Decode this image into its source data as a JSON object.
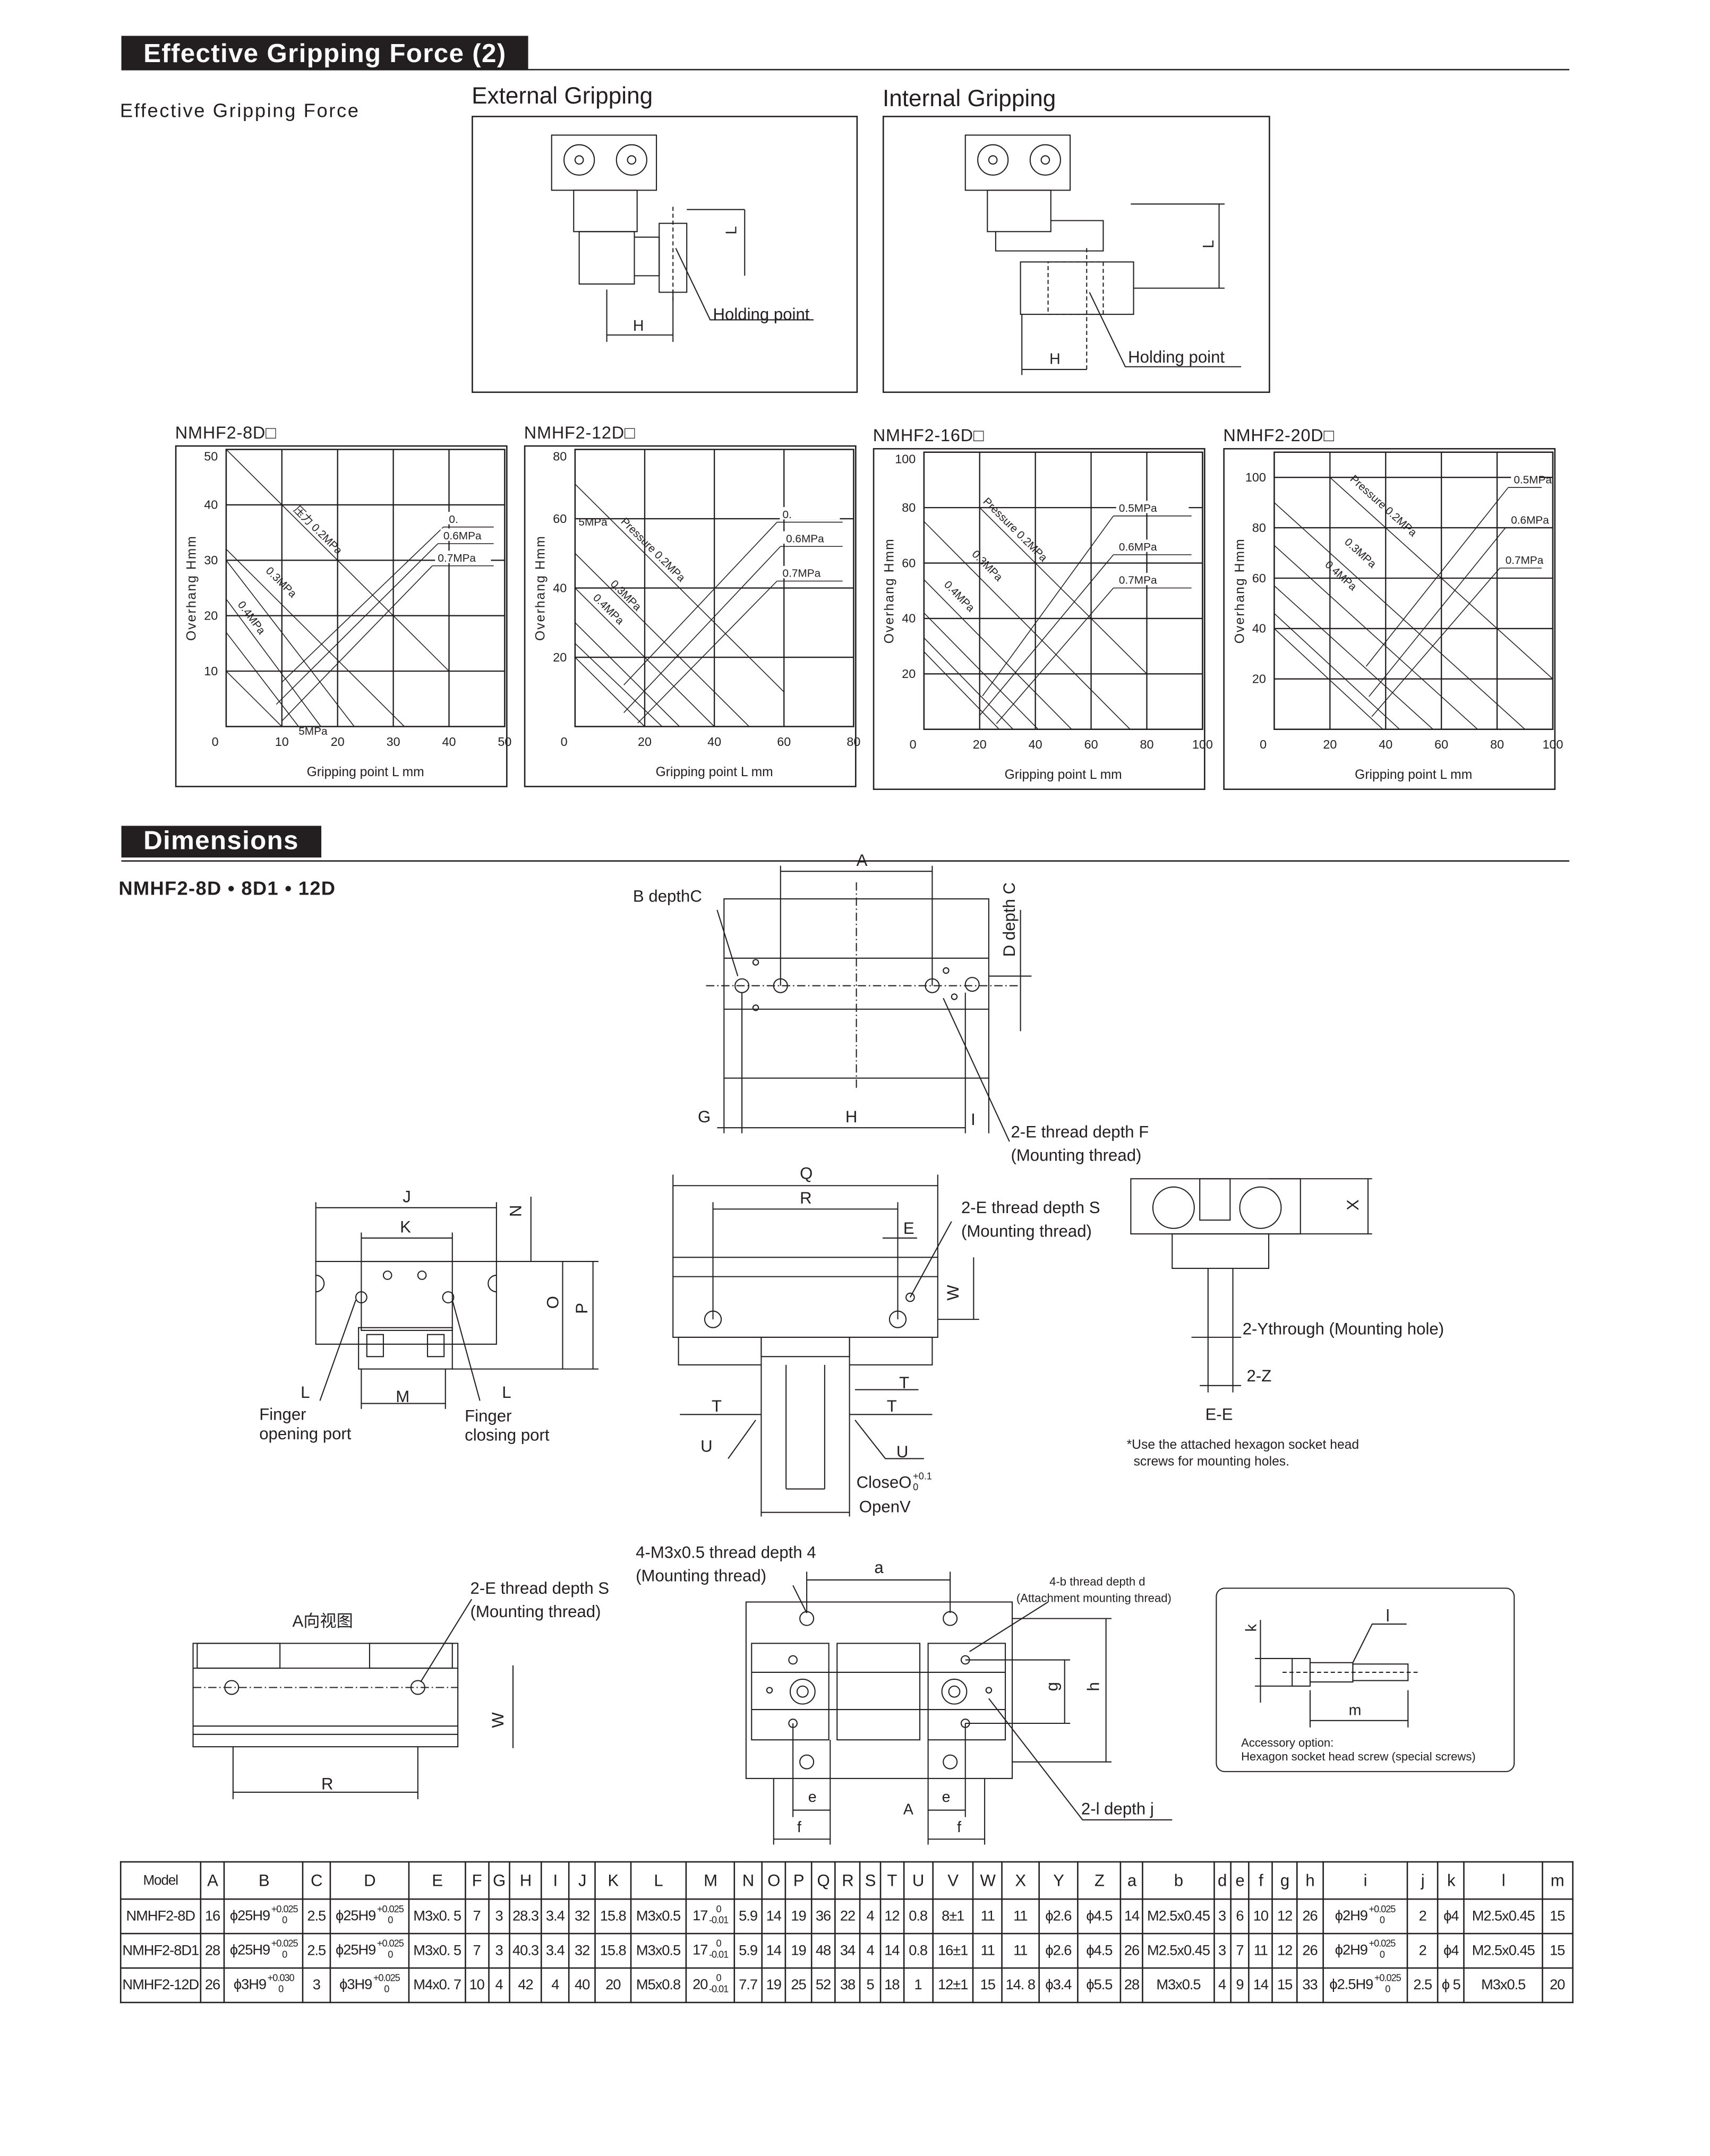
{
  "section1": {
    "title": "Effective Gripping Force  (2)",
    "subtitle": "Effective Gripping Force"
  },
  "external": {
    "title": "External Gripping",
    "holding_point": "Holding point",
    "h": "H",
    "l": "L"
  },
  "internal": {
    "title": "Internal Gripping",
    "holding_point": "Holding point",
    "h": "H",
    "l": "L"
  },
  "chart_data": [
    {
      "type": "line",
      "title": "NMHF2-8D□",
      "xlabel": "Gripping point L mm",
      "ylabel": "Overhang Hmm",
      "xlim": [
        0,
        50
      ],
      "ylim": [
        0,
        50
      ],
      "xticks": [
        0,
        10,
        20,
        30,
        40,
        50
      ],
      "yticks": [
        10,
        20,
        30,
        40,
        50
      ],
      "grid": true,
      "series": [
        {
          "name": "0.2MPa",
          "label": "压力 0.2MPa",
          "points": [
            [
              0,
              50
            ],
            [
              40,
              10
            ]
          ],
          "label_at": [
            12,
            39
          ]
        },
        {
          "name": "0.3MPa",
          "label": "0.3MPa",
          "points": [
            [
              0,
              32
            ],
            [
              32,
              0
            ]
          ],
          "label_at": [
            7,
            28
          ]
        },
        {
          "name": "0.3MPa-b",
          "points": [
            [
              0,
              30
            ],
            [
              23,
              0
            ]
          ]
        },
        {
          "name": "0.4MPa",
          "label": "0.4MPa",
          "points": [
            [
              0,
              23
            ],
            [
              17,
              0
            ]
          ],
          "label_at": [
            2,
            22
          ]
        },
        {
          "name": "0.4MPa-b",
          "points": [
            [
              0,
              17
            ],
            [
              13,
              0
            ]
          ]
        },
        {
          "name": "0.4MPa-c",
          "points": [
            [
              0,
              10
            ],
            [
              10,
              0
            ]
          ]
        },
        {
          "name": "0.5MPa",
          "label": "0.",
          "points": [
            [
              10,
              8
            ],
            [
              39,
              36
            ]
          ],
          "leader": true
        },
        {
          "name": "0.6MPa",
          "label": "0.6MPa",
          "points": [
            [
              9,
              4
            ],
            [
              38,
              33
            ]
          ],
          "leader": true
        },
        {
          "name": "0.7MPa",
          "label": "0.7MPa",
          "points": [
            [
              10,
              1
            ],
            [
              37,
              29
            ]
          ],
          "leader": true
        }
      ],
      "annotations": [
        {
          "text": "5MPa",
          "at": [
            13,
            -1.5
          ]
        }
      ]
    },
    {
      "type": "line",
      "title": "NMHF2-12D□",
      "xlabel": "Gripping point L mm",
      "ylabel": "Overhang Hmm",
      "xlim": [
        0,
        80
      ],
      "ylim": [
        0,
        80
      ],
      "xticks": [
        0,
        20,
        40,
        60,
        80
      ],
      "yticks": [
        20,
        40,
        60,
        80
      ],
      "grid": true,
      "series": [
        {
          "name": "0.2MPa",
          "label": "Pressure 0.2MPa",
          "points": [
            [
              0,
              70
            ],
            [
              60,
              10
            ]
          ],
          "label_at": [
            13,
            59
          ]
        },
        {
          "name": "0.3MPa",
          "label": "0.3MPa",
          "points": [
            [
              0,
              50
            ],
            [
              50,
              0
            ]
          ],
          "label_at": [
            10,
            41
          ]
        },
        {
          "name": "0.3MPa-b",
          "points": [
            [
              0,
              40
            ],
            [
              40,
              0
            ]
          ]
        },
        {
          "name": "0.4MPa",
          "label": "0.4MPa",
          "points": [
            [
              0,
              30
            ],
            [
              30,
              0
            ]
          ],
          "label_at": [
            5,
            37
          ]
        },
        {
          "name": "0.4MPa-b",
          "points": [
            [
              0,
              24
            ],
            [
              25,
              0
            ]
          ]
        },
        {
          "name": "0.4MPa-c",
          "points": [
            [
              0,
              20
            ],
            [
              20,
              0
            ]
          ]
        },
        {
          "name": "0.5MPa",
          "label": "0.",
          "points": [
            [
              14,
              12
            ],
            [
              58,
              59
            ]
          ],
          "leader": true
        },
        {
          "name": "0.6MPa",
          "label": "0.6MPa",
          "points": [
            [
              14,
              4
            ],
            [
              59,
              52
            ]
          ],
          "leader": true
        },
        {
          "name": "0.7MPa",
          "label": "0.7MPa",
          "points": [
            [
              18,
              1
            ],
            [
              58,
              42
            ]
          ],
          "leader": true
        }
      ],
      "annotations": [
        {
          "text": "5MPa",
          "at": [
            1,
            58
          ]
        }
      ]
    },
    {
      "type": "line",
      "title": "NMHF2-16D□",
      "xlabel": "Gripping point L mm",
      "ylabel": "Overhang Hmm",
      "xlim": [
        0,
        100
      ],
      "ylim": [
        0,
        100
      ],
      "xticks": [
        0,
        20,
        40,
        60,
        80,
        100
      ],
      "yticks": [
        20,
        40,
        60,
        80,
        100
      ],
      "grid": true,
      "series": [
        {
          "name": "0.2MPa",
          "label": "Pressure 0.2MPa",
          "points": [
            [
              20,
              80
            ],
            [
              80,
              20
            ]
          ],
          "label_at": [
            21,
            82
          ]
        },
        {
          "name": "0.3MPa",
          "label": "0.3MPa",
          "points": [
            [
              0,
              75
            ],
            [
              74,
              0
            ]
          ],
          "label_at": [
            17,
            63
          ]
        },
        {
          "name": "0.3MPa-b",
          "points": [
            [
              0,
              54
            ],
            [
              53,
              0
            ]
          ]
        },
        {
          "name": "0.4MPa",
          "label": "0.4MPa",
          "points": [
            [
              0,
              42
            ],
            [
              41,
              0
            ]
          ],
          "label_at": [
            7,
            52
          ]
        },
        {
          "name": "0.4MPa-b",
          "points": [
            [
              0,
              33
            ],
            [
              32,
              0
            ]
          ]
        },
        {
          "name": "0.4MPa-c",
          "points": [
            [
              0,
              28
            ],
            [
              27,
              0
            ]
          ]
        },
        {
          "name": "0.5MPa",
          "label": "0.5MPa",
          "points": [
            [
              21,
              12
            ],
            [
              68,
              77
            ]
          ],
          "leader": true
        },
        {
          "name": "0.6MPa",
          "label": "0.6MPa",
          "points": [
            [
              20,
              5
            ],
            [
              68,
              63
            ]
          ],
          "leader": true
        },
        {
          "name": "0.7MPa",
          "label": "0.7MPa",
          "points": [
            [
              26,
              2
            ],
            [
              68,
              51
            ]
          ],
          "leader": true
        }
      ]
    },
    {
      "type": "line",
      "title": "NMHF2-20D□",
      "xlabel": "Gripping point L mm",
      "ylabel": "Overhang Hmm",
      "xlim": [
        0,
        100
      ],
      "ylim": [
        0,
        110
      ],
      "xticks": [
        0,
        20,
        40,
        60,
        80,
        100
      ],
      "yticks": [
        20,
        40,
        60,
        80,
        100
      ],
      "grid": true,
      "series": [
        {
          "name": "0.2MPa",
          "label": "Pressure 0.2MPa",
          "points": [
            [
              20,
              100
            ],
            [
              100,
              20
            ]
          ],
          "label_at": [
            27,
            99
          ]
        },
        {
          "name": "0.3MPa",
          "label": "0.3MPa",
          "points": [
            [
              0,
              90
            ],
            [
              90,
              0
            ]
          ],
          "label_at": [
            25,
            74
          ]
        },
        {
          "name": "0.3MPa-b",
          "points": [
            [
              0,
              73
            ],
            [
              73,
              0
            ]
          ]
        },
        {
          "name": "0.4MPa",
          "label": "0.4MPa",
          "points": [
            [
              0,
              57
            ],
            [
              57,
              0
            ]
          ],
          "label_at": [
            18,
            65
          ]
        },
        {
          "name": "0.4MPa-b",
          "points": [
            [
              0,
              46
            ],
            [
              45,
              0
            ]
          ]
        },
        {
          "name": "0.4MPa-c",
          "points": [
            [
              0,
              40
            ],
            [
              39,
              0
            ]
          ]
        },
        {
          "name": "0.5MPa",
          "label": "0.5MPa",
          "points": [
            [
              33,
              25
            ],
            [
              84,
              96
            ]
          ],
          "leader": true
        },
        {
          "name": "0.6MPa",
          "label": "0.6MPa",
          "points": [
            [
              34,
              13
            ],
            [
              83,
              80
            ]
          ],
          "leader": true
        },
        {
          "name": "0.7MPa",
          "label": "0.7MPa",
          "points": [
            [
              35,
              5
            ],
            [
              81,
              64
            ]
          ],
          "leader": true
        }
      ]
    }
  ],
  "section2": {
    "title": "Dimensions",
    "models": "NMHF2-8D • 8D1 • 12D"
  },
  "dims": {
    "top": {
      "A": "A",
      "b_depth": "B depthC",
      "d_depth": "D depth C",
      "G": "G",
      "H": "H",
      "I": "I",
      "e_thread": "2-E thread depth F",
      "mounting": "(Mounting thread)"
    },
    "side": {
      "J": "J",
      "K": "K",
      "N": "N",
      "O": "O",
      "P": "P",
      "L1": "L",
      "L2": "L",
      "M": "M",
      "open_port_1": "Finger",
      "open_port_2": "opening port",
      "close_port_1": "Finger",
      "close_port_2": "closing port"
    },
    "front": {
      "Q": "Q",
      "R": "R",
      "E": "E",
      "e_thread": "2-E thread depth S",
      "mounting": "(Mounting thread)",
      "W": "W",
      "T1": "T",
      "T2": "T",
      "T3": "T",
      "U1": "U",
      "U2": "U",
      "close": "CloseO",
      "close_up": "+0.1",
      "close_low": "0",
      "open": "OpenV"
    },
    "section": {
      "X": "X",
      "y_hole": "2-Ythrough (Mounting hole)",
      "Z": "2-Z",
      "ee": "E-E",
      "note1": "*Use the attached hexagon socket head",
      "note2": "screws for mounting holes."
    },
    "aview": {
      "title": "A向视图",
      "e_thread": "2-E thread depth S",
      "mounting": "(Mounting thread)",
      "W": "W",
      "R": "R"
    },
    "bottom": {
      "m3": "4-M3x0.5 thread depth 4",
      "mounting": "(Mounting thread)",
      "a": "a",
      "b_thread": "4-b thread depth d",
      "attach": "(Attachment mounting thread)",
      "g": "g",
      "h": "h",
      "l_depth": "2-l depth j",
      "e1": "e",
      "f1": "f",
      "e2": "e",
      "f2": "f",
      "A": "A"
    },
    "accessory": {
      "k": "k",
      "l": "l",
      "m": "m",
      "line1": "Accessory option:",
      "line2": "Hexagon socket head screw (special screws)"
    }
  },
  "table": {
    "columns": [
      "Model",
      "A",
      "B",
      "C",
      "D",
      "E",
      "F",
      "G",
      "H",
      "I",
      "J",
      "K",
      "L",
      "M",
      "N",
      "O",
      "P",
      "Q",
      "R",
      "S",
      "T",
      "U",
      "V",
      "W",
      "X",
      "Y",
      "Z",
      "a",
      "b",
      "d",
      "e",
      "f",
      "g",
      "h",
      "i",
      "j",
      "k",
      "l",
      "m"
    ],
    "rows": [
      [
        "NMHF2-8D",
        "16",
        {
          "v": "ϕ25H9",
          "up": "+0.025",
          "low": "0"
        },
        "2.5",
        {
          "v": "ϕ25H9",
          "up": "+0.025",
          "low": "0"
        },
        "M3x0. 5",
        "7",
        "3",
        "28.3",
        "3.4",
        "32",
        "15.8",
        "M3x0.5",
        {
          "v": "17",
          "up": "0",
          "low": "-0.01"
        },
        "5.9",
        "14",
        "19",
        "36",
        "22",
        "4",
        "12",
        "0.8",
        "8±1",
        "11",
        "11",
        "ϕ2.6",
        "ϕ4.5",
        "14",
        "M2.5x0.45",
        "3",
        "6",
        "10",
        "12",
        "26",
        {
          "v": "ϕ2H9",
          "up": "+0.025",
          "low": "0"
        },
        "2",
        "ϕ4",
        "M2.5x0.45",
        "15"
      ],
      [
        "NMHF2-8D1",
        "28",
        {
          "v": "ϕ25H9",
          "up": "+0.025",
          "low": "0"
        },
        "2.5",
        {
          "v": "ϕ25H9",
          "up": "+0.025",
          "low": "0"
        },
        "M3x0. 5",
        "7",
        "3",
        "40.3",
        "3.4",
        "32",
        "15.8",
        "M3x0.5",
        {
          "v": "17",
          "up": "0",
          "low": "-0.01"
        },
        "5.9",
        "14",
        "19",
        "48",
        "34",
        "4",
        "14",
        "0.8",
        "16±1",
        "11",
        "11",
        "ϕ2.6",
        "ϕ4.5",
        "26",
        "M2.5x0.45",
        "3",
        "7",
        "11",
        "12",
        "26",
        {
          "v": "ϕ2H9",
          "up": "+0.025",
          "low": "0"
        },
        "2",
        "ϕ4",
        "M2.5x0.45",
        "15"
      ],
      [
        "NMHF2-12D",
        "26",
        {
          "v": "ϕ3H9",
          "up": "+0.030",
          "low": "0"
        },
        "3",
        {
          "v": "ϕ3H9",
          "up": "+0.025",
          "low": "0"
        },
        "M4x0. 7",
        "10",
        "4",
        "42",
        "4",
        "40",
        "20",
        "M5x0.8",
        {
          "v": "20",
          "up": "0",
          "low": "-0.01"
        },
        "7.7",
        "19",
        "25",
        "52",
        "38",
        "5",
        "18",
        "1",
        "12±1",
        "15",
        "14. 8",
        "ϕ3.4",
        "ϕ5.5",
        "28",
        "M3x0.5",
        "4",
        "9",
        "14",
        "15",
        "33",
        {
          "v": "ϕ2.5H9",
          "up": "+0.025",
          "low": "0"
        },
        "2.5",
        "ϕ 5",
        "M3x0.5",
        "20"
      ]
    ]
  }
}
